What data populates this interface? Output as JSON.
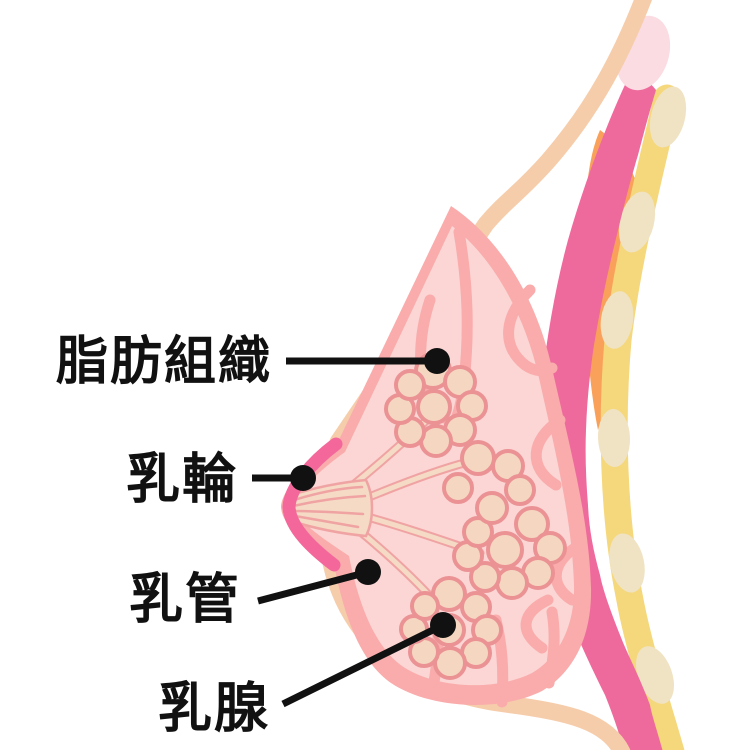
{
  "labels": [
    {
      "text": "脂肪組織"
    },
    {
      "text": "乳輪"
    },
    {
      "text": "乳管"
    },
    {
      "text": "乳腺"
    }
  ],
  "colors": {
    "background": "#FFFFFF",
    "skin": "#F6CDAB",
    "breast_outer": "#F9ACAB",
    "breast_inner": "#FBD6D4",
    "muscle": "#EF6A9C",
    "muscle_cap": "#FADCE2",
    "areola": "#F4679B",
    "deep_tissue_orange": "#F9A15B",
    "lymph_vessel": "#F5D77C",
    "lymph_node": "#F0E3C3",
    "lobule_fill": "#F5D7C1",
    "lobule_stroke": "#EB9295",
    "duct_fill": "#F5DAC5",
    "duct_stroke": "#F0A3A3",
    "label_ink": "#111111"
  }
}
